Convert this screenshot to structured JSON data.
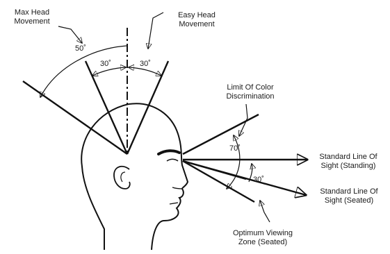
{
  "labels": {
    "max_head_movement": [
      "Max Head",
      "Movement"
    ],
    "easy_head_movement": [
      "Easy Head",
      "Movement"
    ],
    "limit_color": [
      "Limit Of Color",
      "Discrimination"
    ],
    "standard_standing": [
      "Standard Line Of",
      "Sight (Standing)"
    ],
    "standard_seated": [
      "Standard Line Of",
      "Sight (Seated)"
    ],
    "optimum_zone": [
      "Optimum Viewing",
      "Zone (Seated)"
    ]
  },
  "angles": {
    "max": "50˚",
    "left": "30˚",
    "right": "30˚",
    "color": "70˚",
    "seated": "30˚"
  },
  "colors": {
    "ink": "#111111",
    "background": "#ffffff"
  }
}
